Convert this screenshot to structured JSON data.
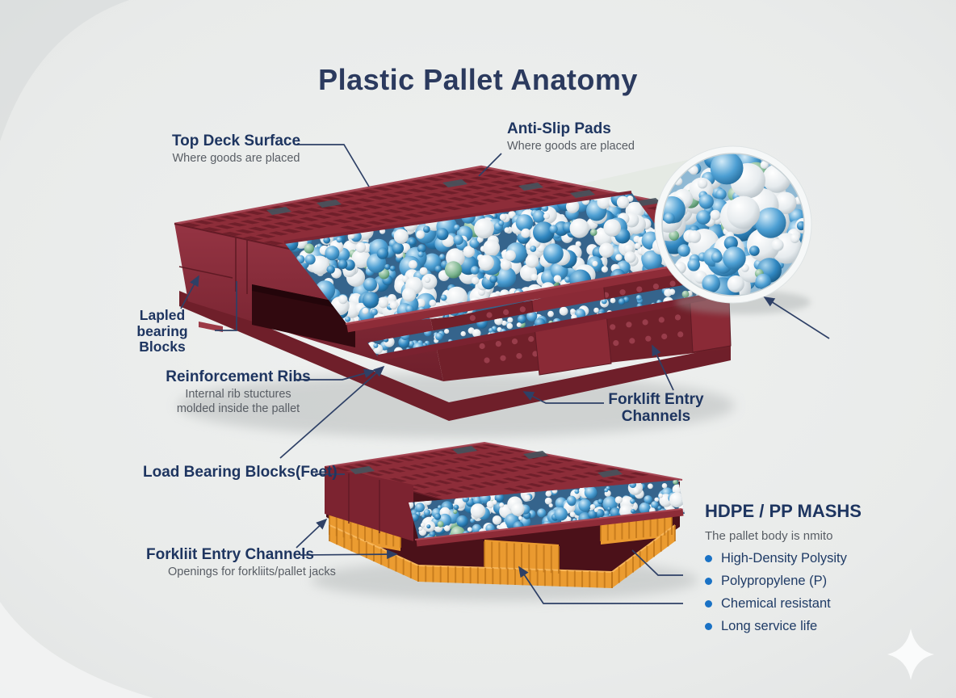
{
  "title": "Plastic Pallet Anatomy",
  "callouts": {
    "top_deck": {
      "label": "Top Deck Surface",
      "description": "Where goods are placed"
    },
    "anti_slip": {
      "label": "Anti-Slip Pads",
      "description": "Where goods are placed"
    },
    "bearing_blocks": {
      "label_line1": "Lapled",
      "label_line2": "bearing Blocks"
    },
    "reinforcement_ribs": {
      "label": "Reinforcement Ribs",
      "description_line1": "Internal rib stuctures",
      "description_line2": "molded inside the pallet"
    },
    "load_bearing_blocks": {
      "label": "Load Bearing Blocks(Feet)"
    },
    "forklift_entry_left": {
      "label": "Forkliit Entry Channels",
      "description": "Openings for forkliits/pallet jacks"
    },
    "forklift_entry_right": {
      "label_line1": "Forklift Entry",
      "label_line2": "Channels"
    }
  },
  "material_panel": {
    "heading": "HDPE / PP MASHS",
    "subheading": "The pallet body is nmito",
    "bullets": [
      "High-Density Polysity",
      "Polypropylene (P)",
      "Chemical resistant",
      "Long service life"
    ]
  },
  "icons": {
    "detail_inset": "magnified-pellets-circle",
    "sparkle": "four-point-star"
  },
  "colors": {
    "title_navy": "#2b3a5e",
    "label_navy": "#1e3560",
    "description_gray": "#585d64",
    "bullet_blue": "#1a72c5",
    "leader_navy": "#2e4066",
    "pallet_red": "#8e2c38",
    "pallet_red_dark": "#6b1e29",
    "base_orange": "#e8992f",
    "pellet_blue": "#4aa0d6",
    "pellet_white": "#eef1f3",
    "background": "#e9ebea"
  }
}
